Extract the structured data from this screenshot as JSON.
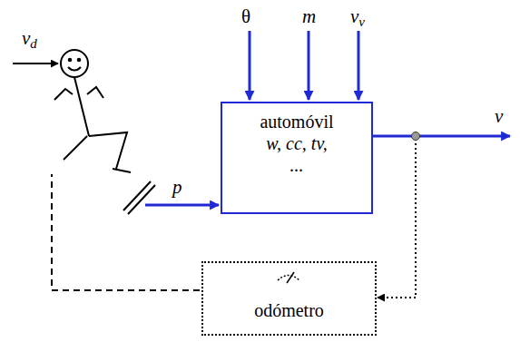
{
  "diagram": {
    "nodes": [
      {
        "text": [
          "automóvil",
          "w, cc, tv, ..."
        ]
      },
      {
        "text": [
          "odómetro"
        ]
      }
    ],
    "edges": [
      {
        "from": 0,
        "to": 1,
        "arrow": "to"
      }
    ],
    "labels": [
      "vd",
      "θ",
      "m",
      "vv",
      "p",
      "v"
    ]
  }
}
